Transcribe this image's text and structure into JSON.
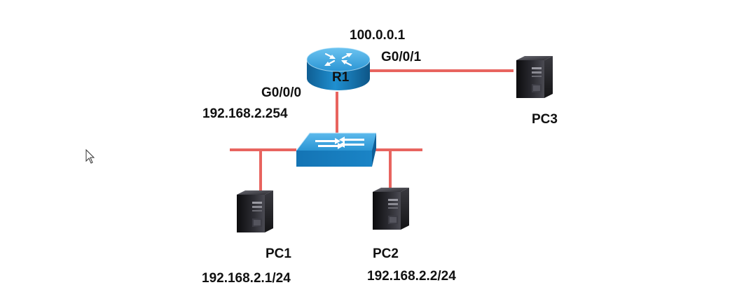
{
  "diagram": {
    "link_color": "#E8645F",
    "router": {
      "name": "R1",
      "wan_ip": "100.0.0.1",
      "wan_port": "G0/0/1",
      "lan_port": "G0/0/0",
      "lan_ip": "192.168.2.254",
      "body_color": "#1F8FD0"
    },
    "switch": {
      "body_color": "#1F8FD0"
    },
    "pcs": [
      {
        "name": "PC1",
        "ip": "192.168.2.1/24"
      },
      {
        "name": "PC2",
        "ip": "192.168.2.2/24"
      },
      {
        "name": "PC3"
      }
    ]
  },
  "cursor": {
    "icon": "mouse-pointer-icon"
  }
}
